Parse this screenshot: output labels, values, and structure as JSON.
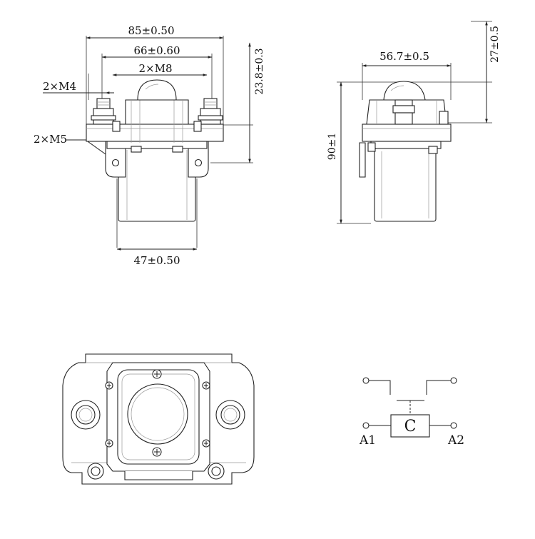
{
  "front_view": {
    "dim_overall_width": "85±0.50",
    "dim_terminal_spacing": "66±0.60",
    "label_main_terminals": "2×M8",
    "label_aux_terminals": "2×M4",
    "label_mount_holes": "2×M5",
    "dim_top_height": "23.8±0.3",
    "dim_coil_width": "47±0.50"
  },
  "side_view": {
    "dim_width": "56.7±0.5",
    "dim_total_height": "90±1",
    "dim_cap_height": "27±0.5"
  },
  "schematic": {
    "coil_label": "C",
    "terminal_a1": "A1",
    "terminal_a2": "A2"
  }
}
